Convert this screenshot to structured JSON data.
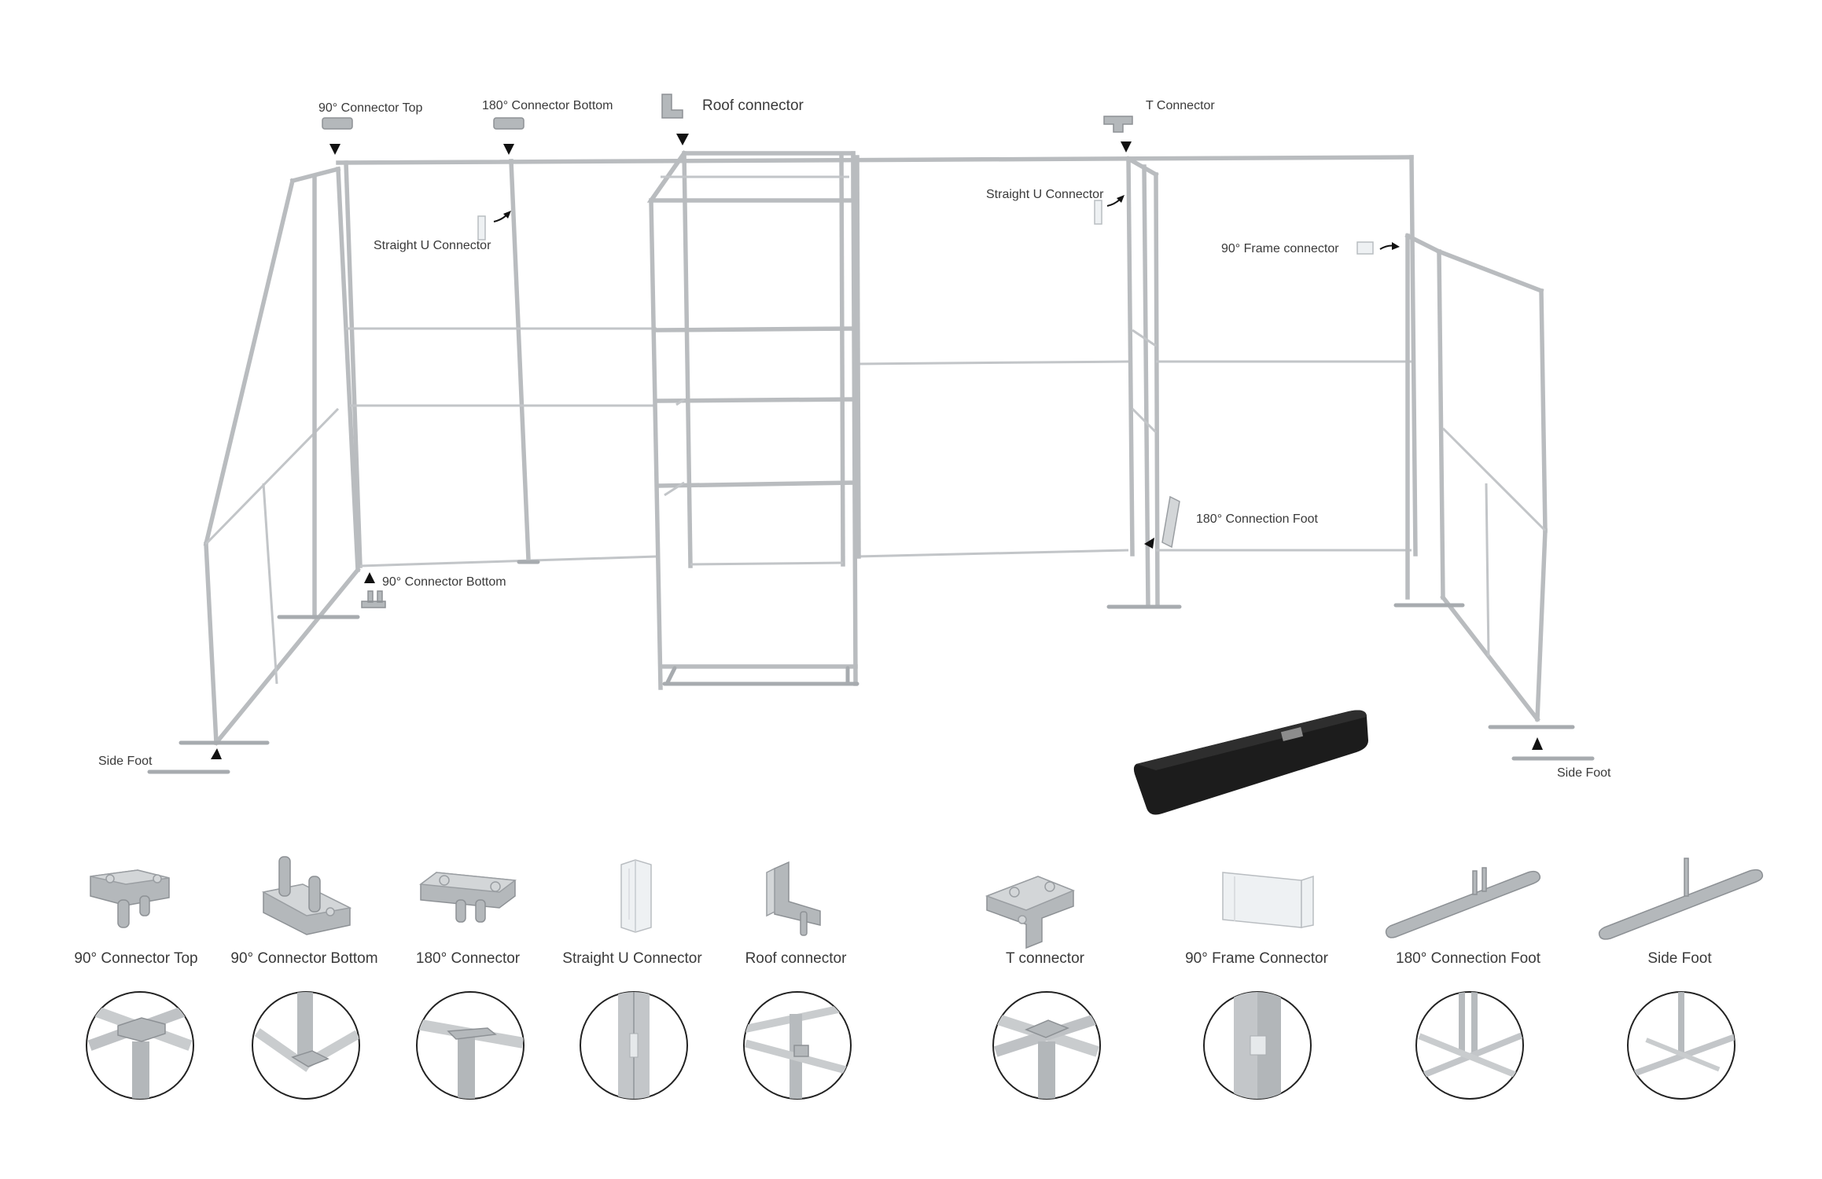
{
  "callouts": {
    "connector_top_90": {
      "text": "90° Connector Top"
    },
    "connector_bottom_180": {
      "text": "180° Connector Bottom"
    },
    "roof_connector": {
      "text": "Roof connector"
    },
    "t_connector": {
      "text": "T  Connector"
    },
    "straight_u_left": {
      "text": "Straight U Connector"
    },
    "straight_u_right": {
      "text": "Straight U Connector"
    },
    "frame_connector_90": {
      "text": "90°  Frame  connector"
    },
    "connection_foot_180": {
      "text": "180° Connection Foot"
    },
    "connector_bottom_90": {
      "text": "90° Connector Bottom"
    },
    "side_foot_left": {
      "text": "Side Foot"
    },
    "side_foot_right": {
      "text": "Side Foot"
    }
  },
  "parts": [
    {
      "key": "connector-top-90",
      "label": "90° Connector Top"
    },
    {
      "key": "connector-bottom-90",
      "label": "90° Connector Bottom"
    },
    {
      "key": "connector-180",
      "label": "180°  Connector"
    },
    {
      "key": "straight-u-connector",
      "label": "Straight U Connector"
    },
    {
      "key": "roof-connector",
      "label": "Roof connector"
    },
    {
      "key": "t-connector",
      "label": "T connector"
    },
    {
      "key": "frame-connector-90",
      "label": "90° Frame Connector"
    },
    {
      "key": "connection-foot-180",
      "label": "180°  Connection Foot"
    },
    {
      "key": "side-foot",
      "label": "Side Foot"
    }
  ],
  "colors": {
    "frame": "#b9bcbf",
    "bag": "#1a1a1a",
    "arrow": "#111111"
  }
}
